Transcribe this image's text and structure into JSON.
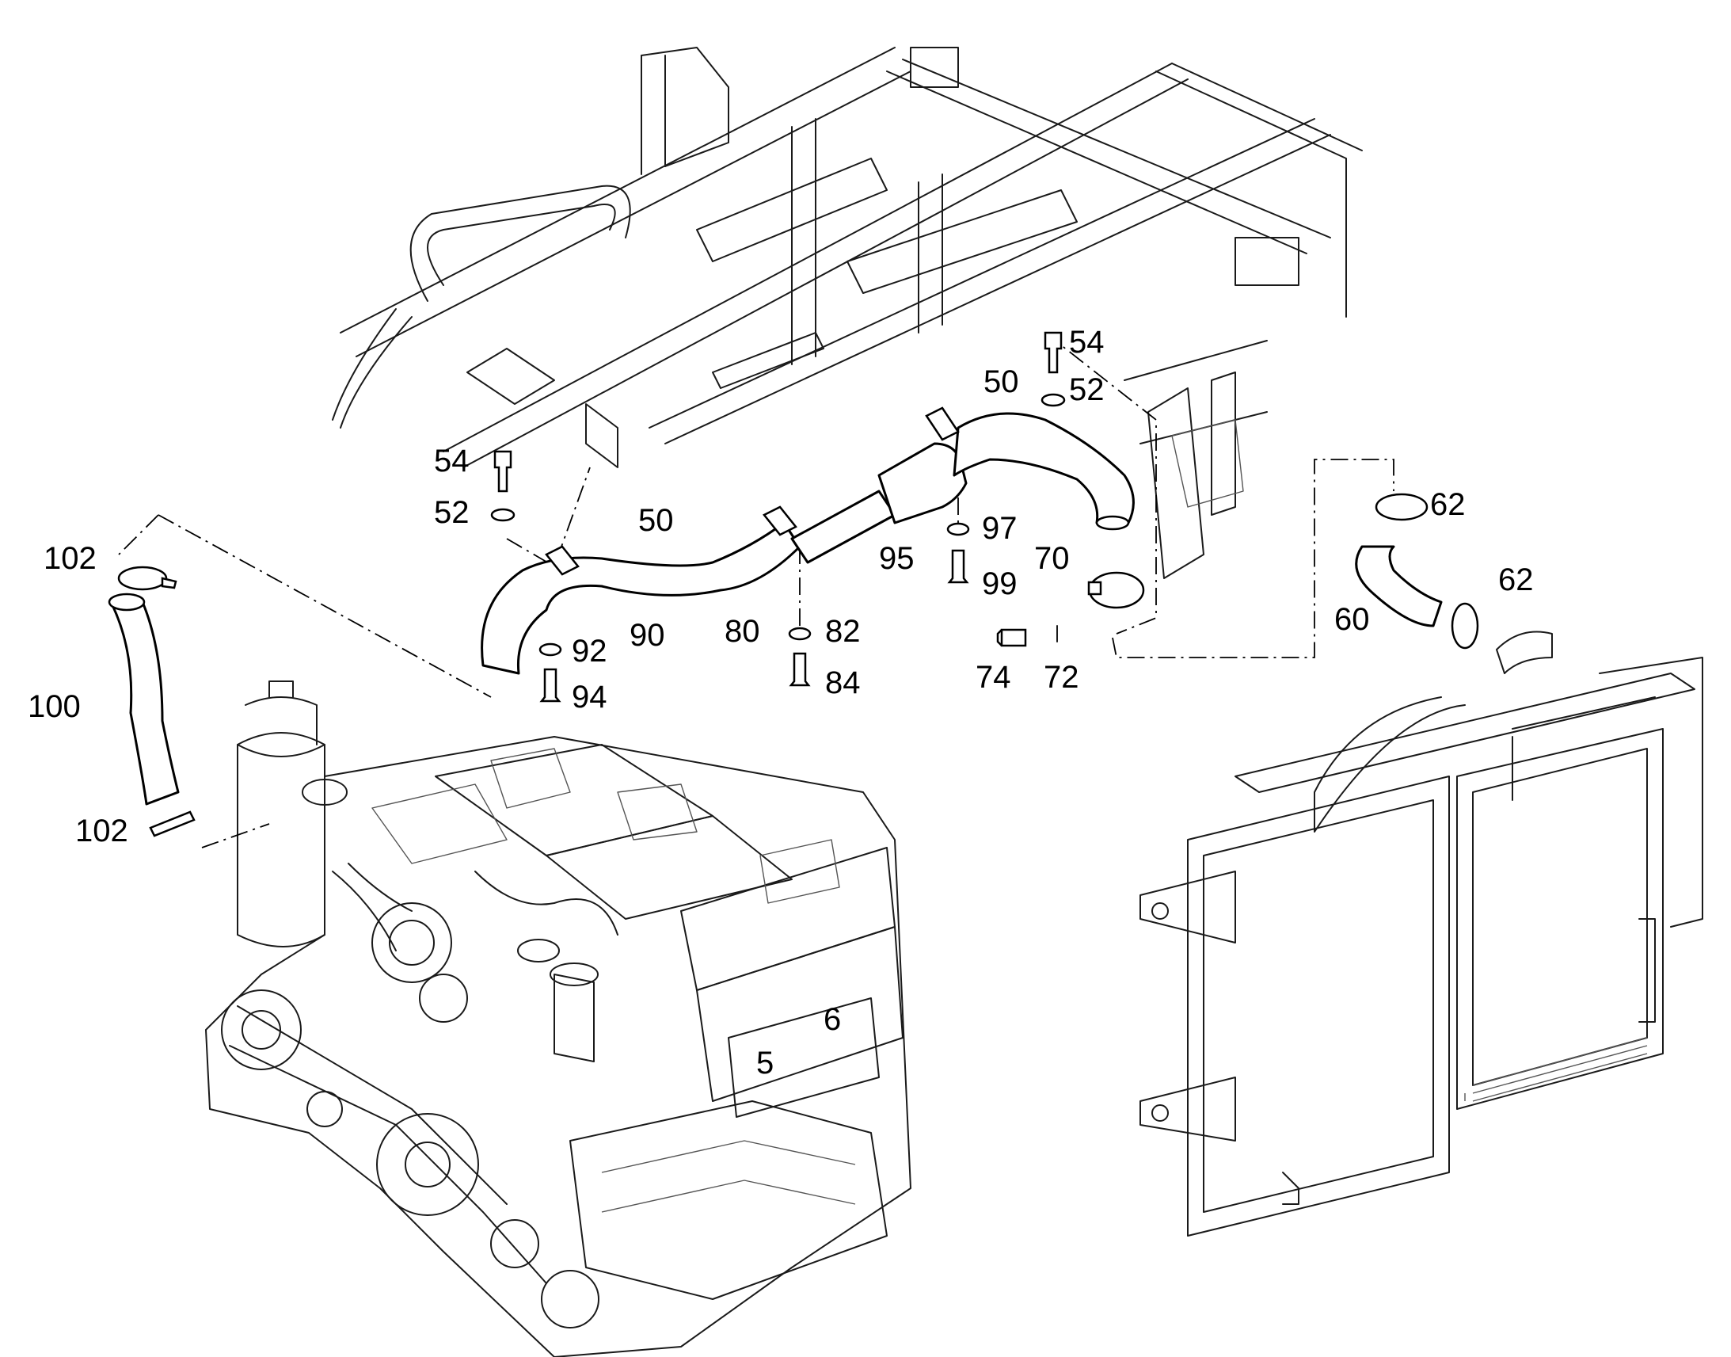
{
  "diagram": {
    "labels": {
      "l54a": "54",
      "l52a": "52",
      "l50a": "50",
      "l102a": "102",
      "l100": "100",
      "l102b": "102",
      "l92": "92",
      "l90": "90",
      "l94": "94",
      "l80": "80",
      "l82": "82",
      "l84": "84",
      "l95": "95",
      "l97": "97",
      "l99": "99",
      "l70": "70",
      "l74": "74",
      "l72": "72",
      "l54b": "54",
      "l52b": "52",
      "l50b": "50",
      "l62a": "62",
      "l62b": "62",
      "l60": "60"
    },
    "engine_cylinders": {
      "c5": "5",
      "c6": "6"
    }
  }
}
